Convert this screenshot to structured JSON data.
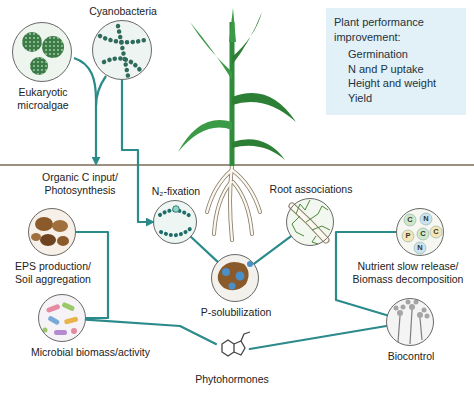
{
  "diagram": {
    "nodes": [
      {
        "text": [
          "Cyanobacteria"
        ]
      },
      {
        "text": [
          "Eukaryotic microalgae"
        ]
      },
      {
        "text": [
          "Plant performance improvement:",
          "Germination",
          "N and P uptake",
          "Height and weight",
          "Yield"
        ]
      },
      {
        "text": [
          "N₂-fixation"
        ]
      },
      {
        "text": [
          "Root associations"
        ]
      },
      {
        "text": [
          "EPS production/ Soil aggregation"
        ]
      },
      {
        "text": [
          "Nutrient slow release/ Biomass decomposition"
        ]
      },
      {
        "text": [
          "P-solubilization"
        ]
      },
      {
        "text": [
          "Microbial biomass/activity"
        ]
      },
      {
        "text": [
          "Biocontrol"
        ]
      },
      {
        "text": [
          "Phytohormones"
        ]
      }
    ],
    "edges": [
      {
        "from": 0,
        "to": 3,
        "arrow": "to"
      },
      {
        "from": 3,
        "to": 7,
        "arrow": "none"
      },
      {
        "from": 7,
        "to": 4,
        "arrow": "none"
      },
      {
        "from": 5,
        "to": 8,
        "arrow": "none"
      },
      {
        "from": 8,
        "to": 10,
        "arrow": "none"
      },
      {
        "from": 10,
        "to": 9,
        "arrow": "none"
      },
      {
        "from": 9,
        "to": 6,
        "arrow": "none"
      }
    ],
    "labels": [
      "Organic C input/ Photosynthesis",
      "C",
      "N",
      "C",
      "P",
      "C",
      "N"
    ]
  }
}
